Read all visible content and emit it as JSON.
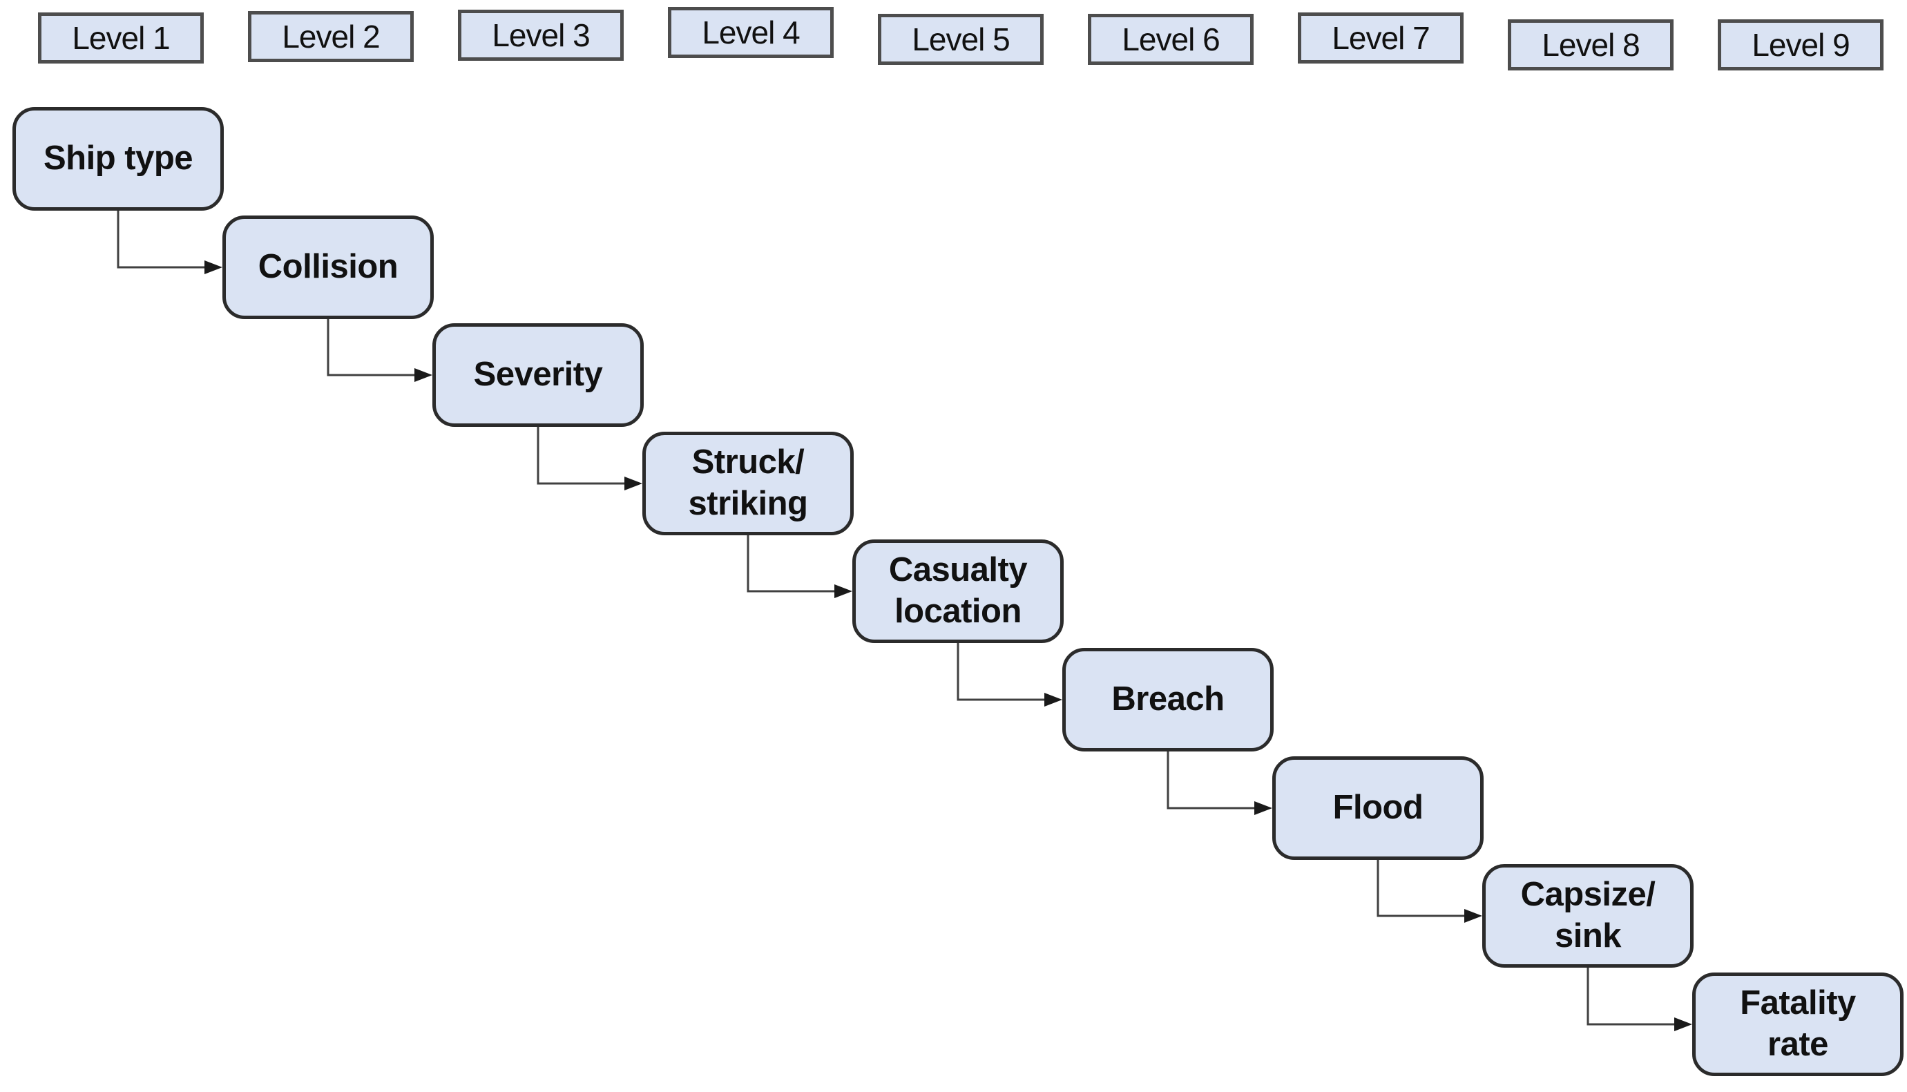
{
  "levels": [
    {
      "label": "Level 1"
    },
    {
      "label": "Level 2"
    },
    {
      "label": "Level 3"
    },
    {
      "label": "Level 4"
    },
    {
      "label": "Level 5"
    },
    {
      "label": "Level 6"
    },
    {
      "label": "Level 7"
    },
    {
      "label": "Level 8"
    },
    {
      "label": "Level 9"
    }
  ],
  "nodes": [
    {
      "label": "Ship type"
    },
    {
      "label": "Collision"
    },
    {
      "label": "Severity"
    },
    {
      "label": "Struck/\nstriking"
    },
    {
      "label": "Casualty\nlocation"
    },
    {
      "label": "Breach"
    },
    {
      "label": "Flood"
    },
    {
      "label": "Capsize/\nsink"
    },
    {
      "label": "Fatality\nrate"
    }
  ],
  "colors": {
    "box_fill": "#dae3f3",
    "node_border": "#2b2b2b",
    "label_border": "#4d4d4d",
    "connector": "#404040",
    "arrowhead": "#1a1a1a",
    "text": "#111111",
    "background": "#ffffff"
  }
}
